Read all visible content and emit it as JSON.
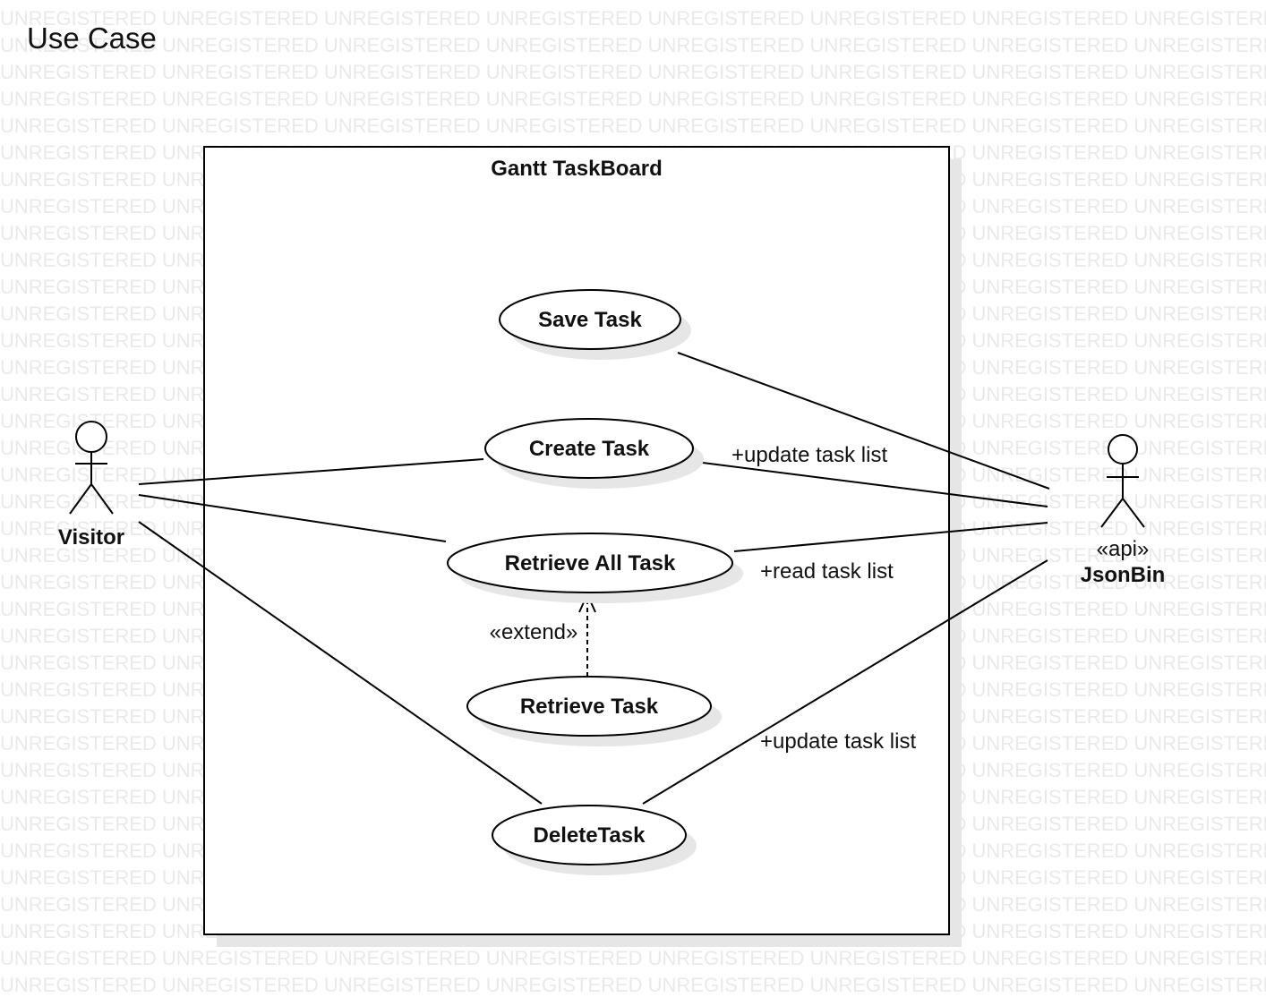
{
  "diagram": {
    "title": "Use Case",
    "watermark": "UNREGISTERED",
    "system_boundary": {
      "name": "Gantt TaskBoard"
    },
    "actors": [
      {
        "id": "visitor",
        "name": "Visitor",
        "stereotype": ""
      },
      {
        "id": "jsonbin",
        "name": "JsonBin",
        "stereotype": "«api»"
      }
    ],
    "use_cases": [
      {
        "id": "save_task",
        "name": "Save Task"
      },
      {
        "id": "create_task",
        "name": "Create Task"
      },
      {
        "id": "retrieve_all_task",
        "name": "Retrieve All Task"
      },
      {
        "id": "retrieve_task",
        "name": "Retrieve Task"
      },
      {
        "id": "delete_task",
        "name": "DeleteTask"
      }
    ],
    "associations": [
      {
        "from": "visitor",
        "to": "create_task",
        "label": ""
      },
      {
        "from": "visitor",
        "to": "retrieve_all_task",
        "label": ""
      },
      {
        "from": "visitor",
        "to": "delete_task",
        "label": ""
      },
      {
        "from": "save_task",
        "to": "jsonbin",
        "label": ""
      },
      {
        "from": "create_task",
        "to": "jsonbin",
        "label": "+update task list"
      },
      {
        "from": "retrieve_all_task",
        "to": "jsonbin",
        "label": "+read task list"
      },
      {
        "from": "delete_task",
        "to": "jsonbin",
        "label": "+update task list"
      }
    ],
    "dependencies": [
      {
        "from": "retrieve_task",
        "to": "retrieve_all_task",
        "stereotype": "«extend»"
      }
    ],
    "colors": {
      "line": "#000000",
      "text": "#111111",
      "watermark": "#e9e9e9",
      "shadow": "#e6e6e6",
      "background": "#ffffff"
    }
  }
}
